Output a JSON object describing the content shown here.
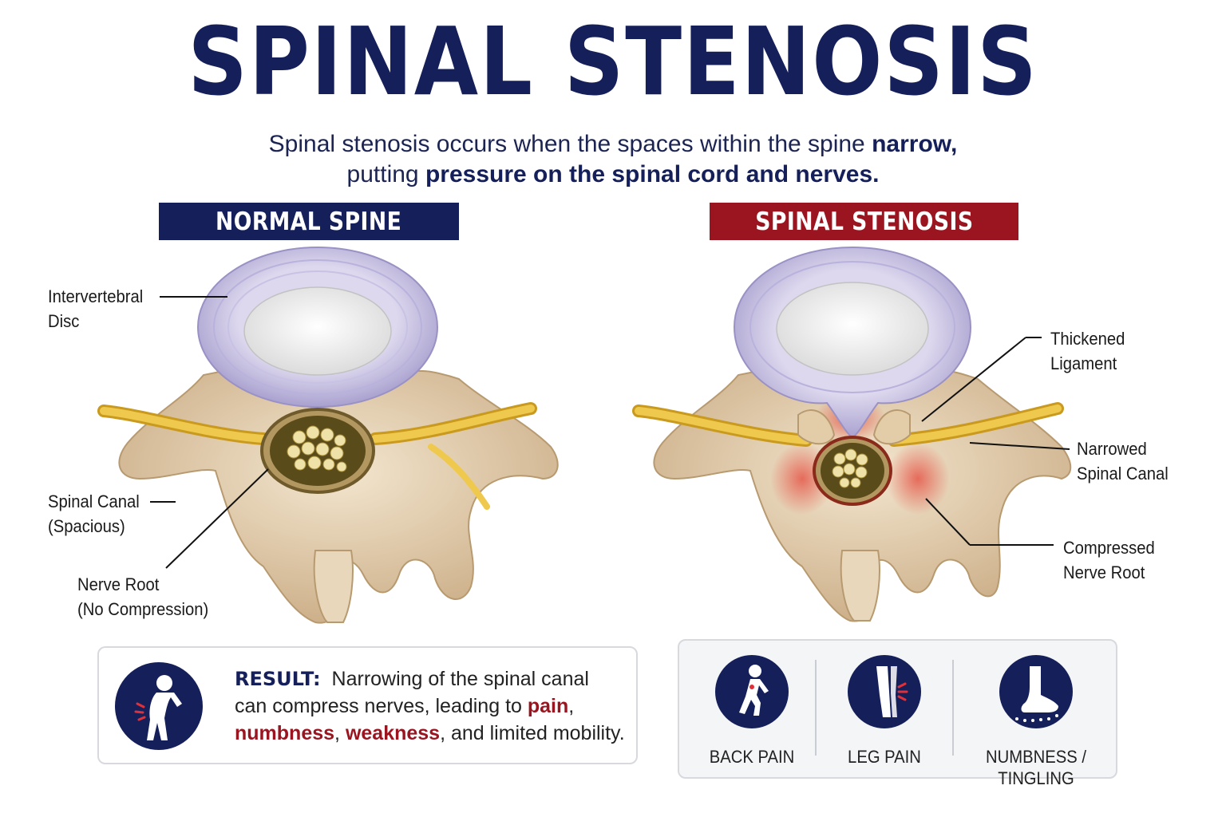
{
  "title": "SPINAL STENOSIS",
  "subtitle": {
    "line1_prefix": "Spinal stenosis occurs when the spaces within the spine ",
    "line1_bold": "narrow,",
    "line2_prefix": "putting ",
    "line2_bold": "pressure on the spinal cord and nerves."
  },
  "panels": {
    "normal": {
      "header": "NORMAL SPINE",
      "labels": {
        "disc_1": "Intervertebral",
        "disc_2": "Disc",
        "canal_1": "Spinal Canal",
        "canal_2": "(Spacious)",
        "nerve_1": "Nerve Root",
        "nerve_2": "(No Compression)"
      }
    },
    "stenosis": {
      "header": "SPINAL STENOSIS",
      "labels": {
        "ligament_1": "Thickened",
        "ligament_2": "Ligament",
        "canal_1": "Narrowed",
        "canal_2": "Spinal Canal",
        "nerve_1": "Compressed",
        "nerve_2": "Nerve Root"
      }
    }
  },
  "result": {
    "heading": "RESULT:",
    "text_1": "Narrowing of the spinal canal",
    "text_2": "can compress nerves, leading to ",
    "red_1": "pain",
    "comma_1": ",",
    "red_2": "numbness",
    "comma_2": ", ",
    "red_3": "weakness",
    "text_3": ", and limited mobility."
  },
  "symptoms": [
    {
      "label": "BACK PAIN",
      "icon": "back-pain-icon"
    },
    {
      "label": "LEG PAIN",
      "icon": "leg-pain-icon"
    },
    {
      "label_1": "NUMBNESS /",
      "label_2": "TINGLING",
      "icon": "numbness-icon"
    }
  ],
  "colors": {
    "navy": "#15205a",
    "red": "#9a1520",
    "disc_ring": "#c9c3e0",
    "bone": "#e6d2b3",
    "nerve": "#e0b43a"
  }
}
